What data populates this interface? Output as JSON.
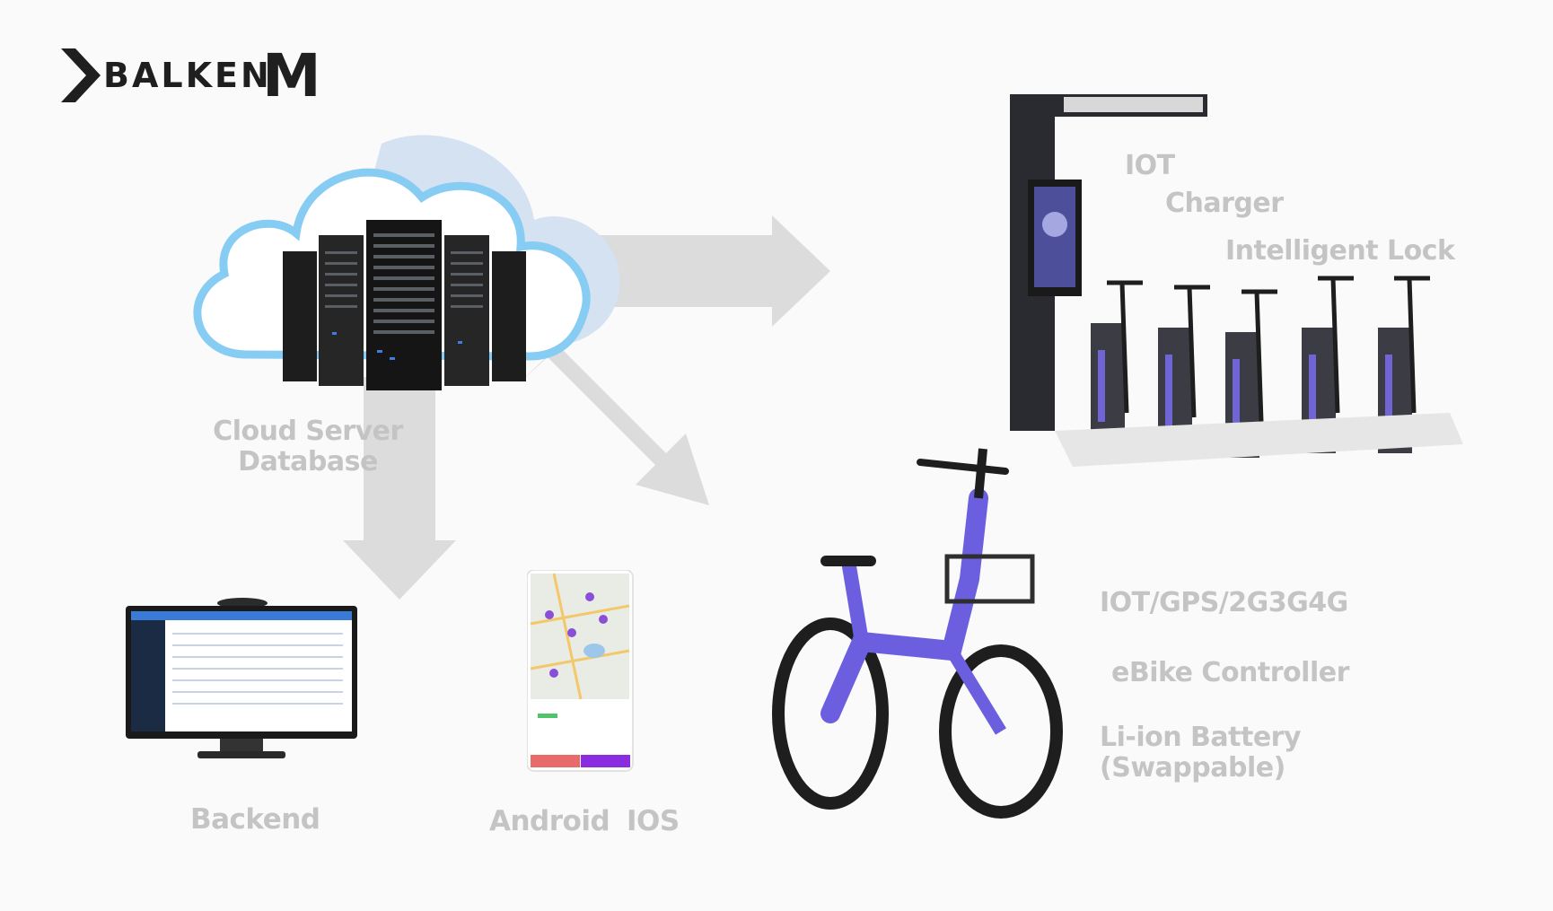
{
  "brand": {
    "name": "BALKEN",
    "suffix": "M"
  },
  "cloud": {
    "labels": [
      "Cloud Server",
      "Database"
    ]
  },
  "station": {
    "features": [
      "IOT",
      "Charger",
      "Intelligent Lock"
    ]
  },
  "ebike": {
    "features": [
      "IOT/GPS/2G3G4G",
      "eBike Controller",
      "Li-ion Battery",
      "(Swappable)"
    ]
  },
  "backend": {
    "label": "Backend"
  },
  "mobile": {
    "labels": [
      "Android",
      "IOS"
    ]
  }
}
